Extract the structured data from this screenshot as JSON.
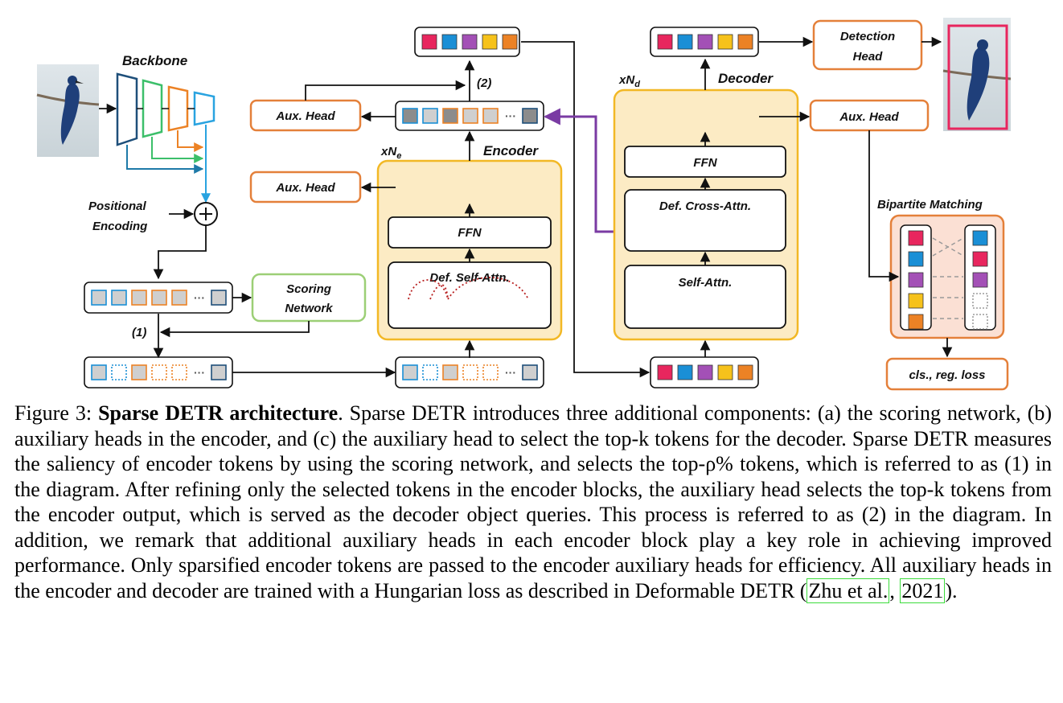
{
  "diagram": {
    "backbone": "Backbone",
    "encoder": "Encoder",
    "decoder": "Decoder",
    "xne_base": "xN",
    "xne_sub": "e",
    "xnd_base": "xN",
    "xnd_sub": "d",
    "positional_encoding_line1": "Positional",
    "positional_encoding_line2": "Encoding",
    "scoring_network_line1": "Scoring",
    "scoring_network_line2": "Network",
    "aux_head": "Aux. Head",
    "ffn": "FFN",
    "def_self_attn": "Def. Self-Attn.",
    "def_cross_attn": "Def. Cross-Attn.",
    "self_attn": "Self-Attn.",
    "detection_head_line1": "Detection",
    "detection_head_line2": "Head",
    "bipartite_matching": "Bipartite Matching",
    "loss": "cls., reg. loss",
    "step1": "(1)",
    "step2": "(2)",
    "ellipsis": "···",
    "colors": {
      "pink": "#e8265e",
      "blue": "#1a8fd6",
      "purple": "#a350b6",
      "yellow": "#f6c21b",
      "orange": "#ec8225",
      "token_gray": "#cfcfcf",
      "token_dark": "#8c8c8c",
      "orange_border": "#e4803a",
      "green_border": "#9ccf76",
      "yellow_bg": "#fcebc4",
      "yellow_border": "#f2b825",
      "arrow_purple": "#7a3ba3"
    }
  },
  "caption": {
    "figure_label": "Figure 3:",
    "title": "Sparse DETR architecture",
    "text_before_cite": ". Sparse DETR introduces three additional components: (a) the scoring network, (b) auxiliary heads in the encoder, and (c) the auxiliary head to select the top-k tokens for the decoder. Sparse DETR measures the saliency of encoder tokens by using the scoring network, and selects the top-ρ% tokens, which is referred to as (1) in the diagram. After refining only the selected tokens in the encoder blocks, the auxiliary head selects the top-k tokens from the encoder output, which is served as the decoder object queries. This process is referred to as (2) in the diagram. In addition, we remark that additional auxiliary heads in each encoder block play a key role in achieving improved performance. Only sparsified encoder tokens are passed to the encoder auxiliary heads for efficiency. All auxiliary heads in the encoder and decoder are trained with a Hungarian loss as described in Deformable DETR (",
    "cite_authors": "Zhu et al.",
    "cite_sep": ", ",
    "cite_year": "2021",
    "text_end": ")."
  }
}
